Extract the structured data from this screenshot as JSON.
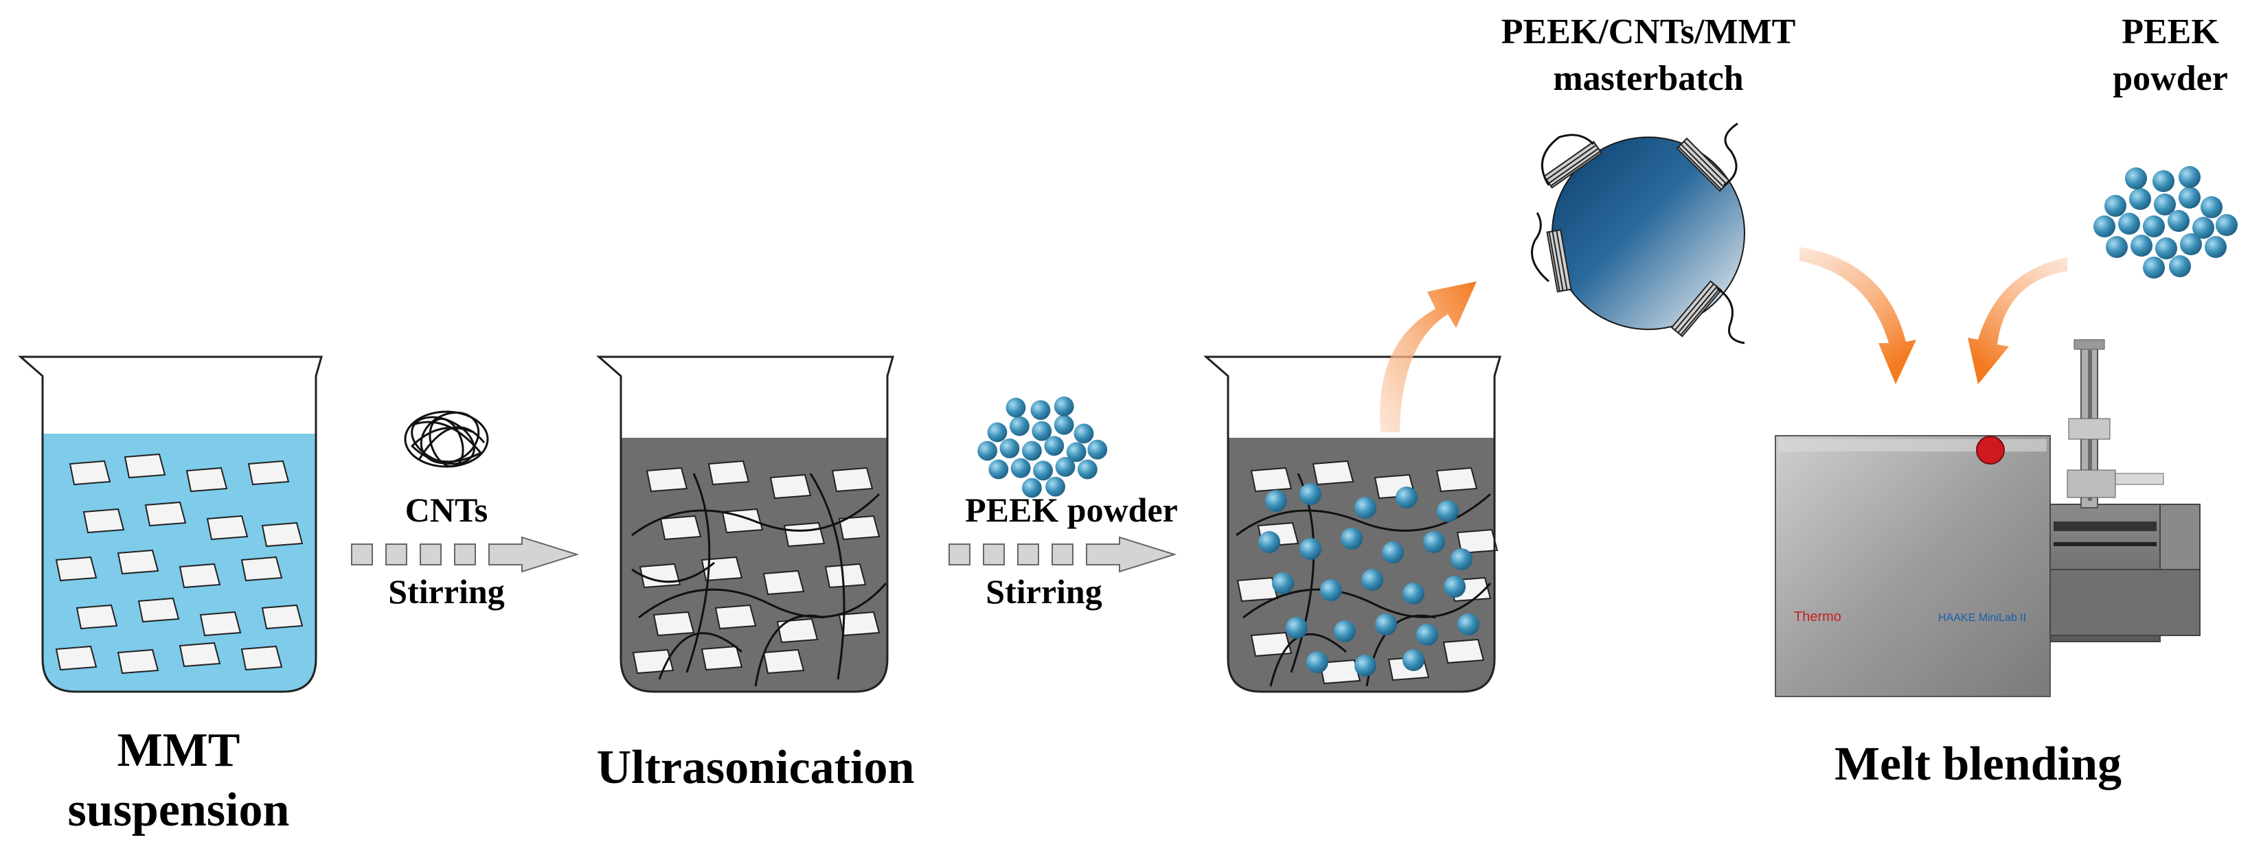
{
  "diagram": {
    "step1": {
      "title_line1": "MMT",
      "title_line2": "suspension"
    },
    "arrow1": {
      "additive": "CNTs",
      "action": "Stirring"
    },
    "step2": {
      "title": "Ultrasonication"
    },
    "arrow2": {
      "additive": "PEEK powder",
      "action": "Stirring"
    },
    "masterbatch": {
      "label_line1": "PEEK/CNTs/MMT",
      "label_line2": "masterbatch"
    },
    "peek_powder": {
      "label_line1": "PEEK",
      "label_line2": "powder"
    },
    "step4": {
      "title": "Melt blending"
    },
    "machine": {
      "brand": "Thermo",
      "model": "HAAKE MiniLab II"
    }
  },
  "colors": {
    "water": "#7ecbea",
    "dark_liquid": "#6e6e6e",
    "peek_particle": "#3a8fb7",
    "masterbatch_blue": "#1c5a8c",
    "orange_arrow": "#f47a20",
    "gray_arrow": "#c8c8c8",
    "machine_steel": "#a9a9a9",
    "machine_button": "#d0191e"
  },
  "icons": [
    "cnt-tangle-icon",
    "peek-particles-icon",
    "orange-curved-arrow-icon",
    "dashed-process-arrow-icon"
  ]
}
